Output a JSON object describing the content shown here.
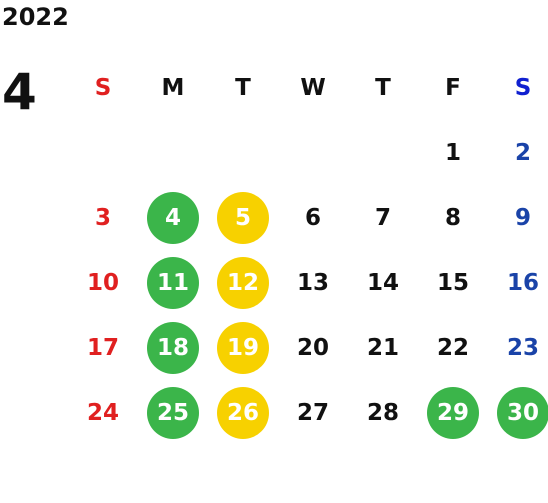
{
  "year": "2022",
  "month": "4",
  "colors": {
    "sunday": "#e02020",
    "saturday": "#1a43a8",
    "saturday_header": "#1020d0",
    "default": "#111111",
    "green": "#3bb54a",
    "yellow": "#f7d100"
  },
  "weekdays": [
    {
      "label": "S",
      "tone": "sunday"
    },
    {
      "label": "M",
      "tone": "default"
    },
    {
      "label": "T",
      "tone": "default"
    },
    {
      "label": "W",
      "tone": "default"
    },
    {
      "label": "T",
      "tone": "default"
    },
    {
      "label": "F",
      "tone": "default"
    },
    {
      "label": "S",
      "tone": "saturday_header"
    }
  ],
  "weeks": [
    [
      null,
      null,
      null,
      null,
      null,
      {
        "day": "1",
        "tone": "default",
        "mark": null
      },
      {
        "day": "2",
        "tone": "saturday",
        "mark": null
      }
    ],
    [
      {
        "day": "3",
        "tone": "sunday",
        "mark": null
      },
      {
        "day": "4",
        "tone": "default",
        "mark": "green"
      },
      {
        "day": "5",
        "tone": "default",
        "mark": "yellow"
      },
      {
        "day": "6",
        "tone": "default",
        "mark": null
      },
      {
        "day": "7",
        "tone": "default",
        "mark": null
      },
      {
        "day": "8",
        "tone": "default",
        "mark": null
      },
      {
        "day": "9",
        "tone": "saturday",
        "mark": null
      }
    ],
    [
      {
        "day": "10",
        "tone": "sunday",
        "mark": null
      },
      {
        "day": "11",
        "tone": "default",
        "mark": "green"
      },
      {
        "day": "12",
        "tone": "default",
        "mark": "yellow"
      },
      {
        "day": "13",
        "tone": "default",
        "mark": null
      },
      {
        "day": "14",
        "tone": "default",
        "mark": null
      },
      {
        "day": "15",
        "tone": "default",
        "mark": null
      },
      {
        "day": "16",
        "tone": "saturday",
        "mark": null
      }
    ],
    [
      {
        "day": "17",
        "tone": "sunday",
        "mark": null
      },
      {
        "day": "18",
        "tone": "default",
        "mark": "green"
      },
      {
        "day": "19",
        "tone": "default",
        "mark": "yellow"
      },
      {
        "day": "20",
        "tone": "default",
        "mark": null
      },
      {
        "day": "21",
        "tone": "default",
        "mark": null
      },
      {
        "day": "22",
        "tone": "default",
        "mark": null
      },
      {
        "day": "23",
        "tone": "saturday",
        "mark": null
      }
    ],
    [
      {
        "day": "24",
        "tone": "sunday",
        "mark": null
      },
      {
        "day": "25",
        "tone": "default",
        "mark": "green"
      },
      {
        "day": "26",
        "tone": "default",
        "mark": "yellow"
      },
      {
        "day": "27",
        "tone": "default",
        "mark": null
      },
      {
        "day": "28",
        "tone": "default",
        "mark": null
      },
      {
        "day": "29",
        "tone": "default",
        "mark": "green"
      },
      {
        "day": "30",
        "tone": "saturday",
        "mark": "green"
      }
    ]
  ]
}
